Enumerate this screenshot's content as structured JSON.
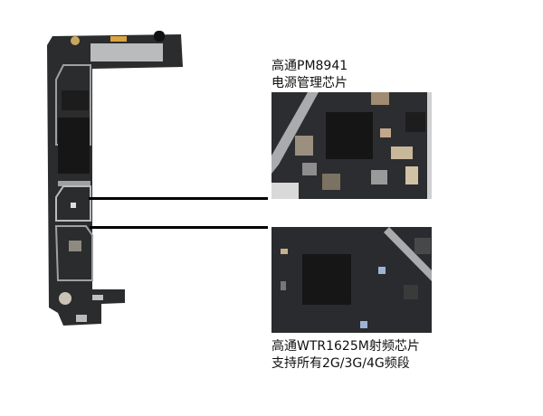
{
  "callouts": [
    {
      "line1": "高通PM8941",
      "line2": "电源管理芯片"
    },
    {
      "line1": "高通WTR1625M射频芯片",
      "line2": "支持所有2G/3G/4G频段"
    }
  ],
  "colors": {
    "board": "#2b2c2e",
    "shield": "#b9bbbd",
    "chip": "#141414",
    "line": "#000000"
  }
}
